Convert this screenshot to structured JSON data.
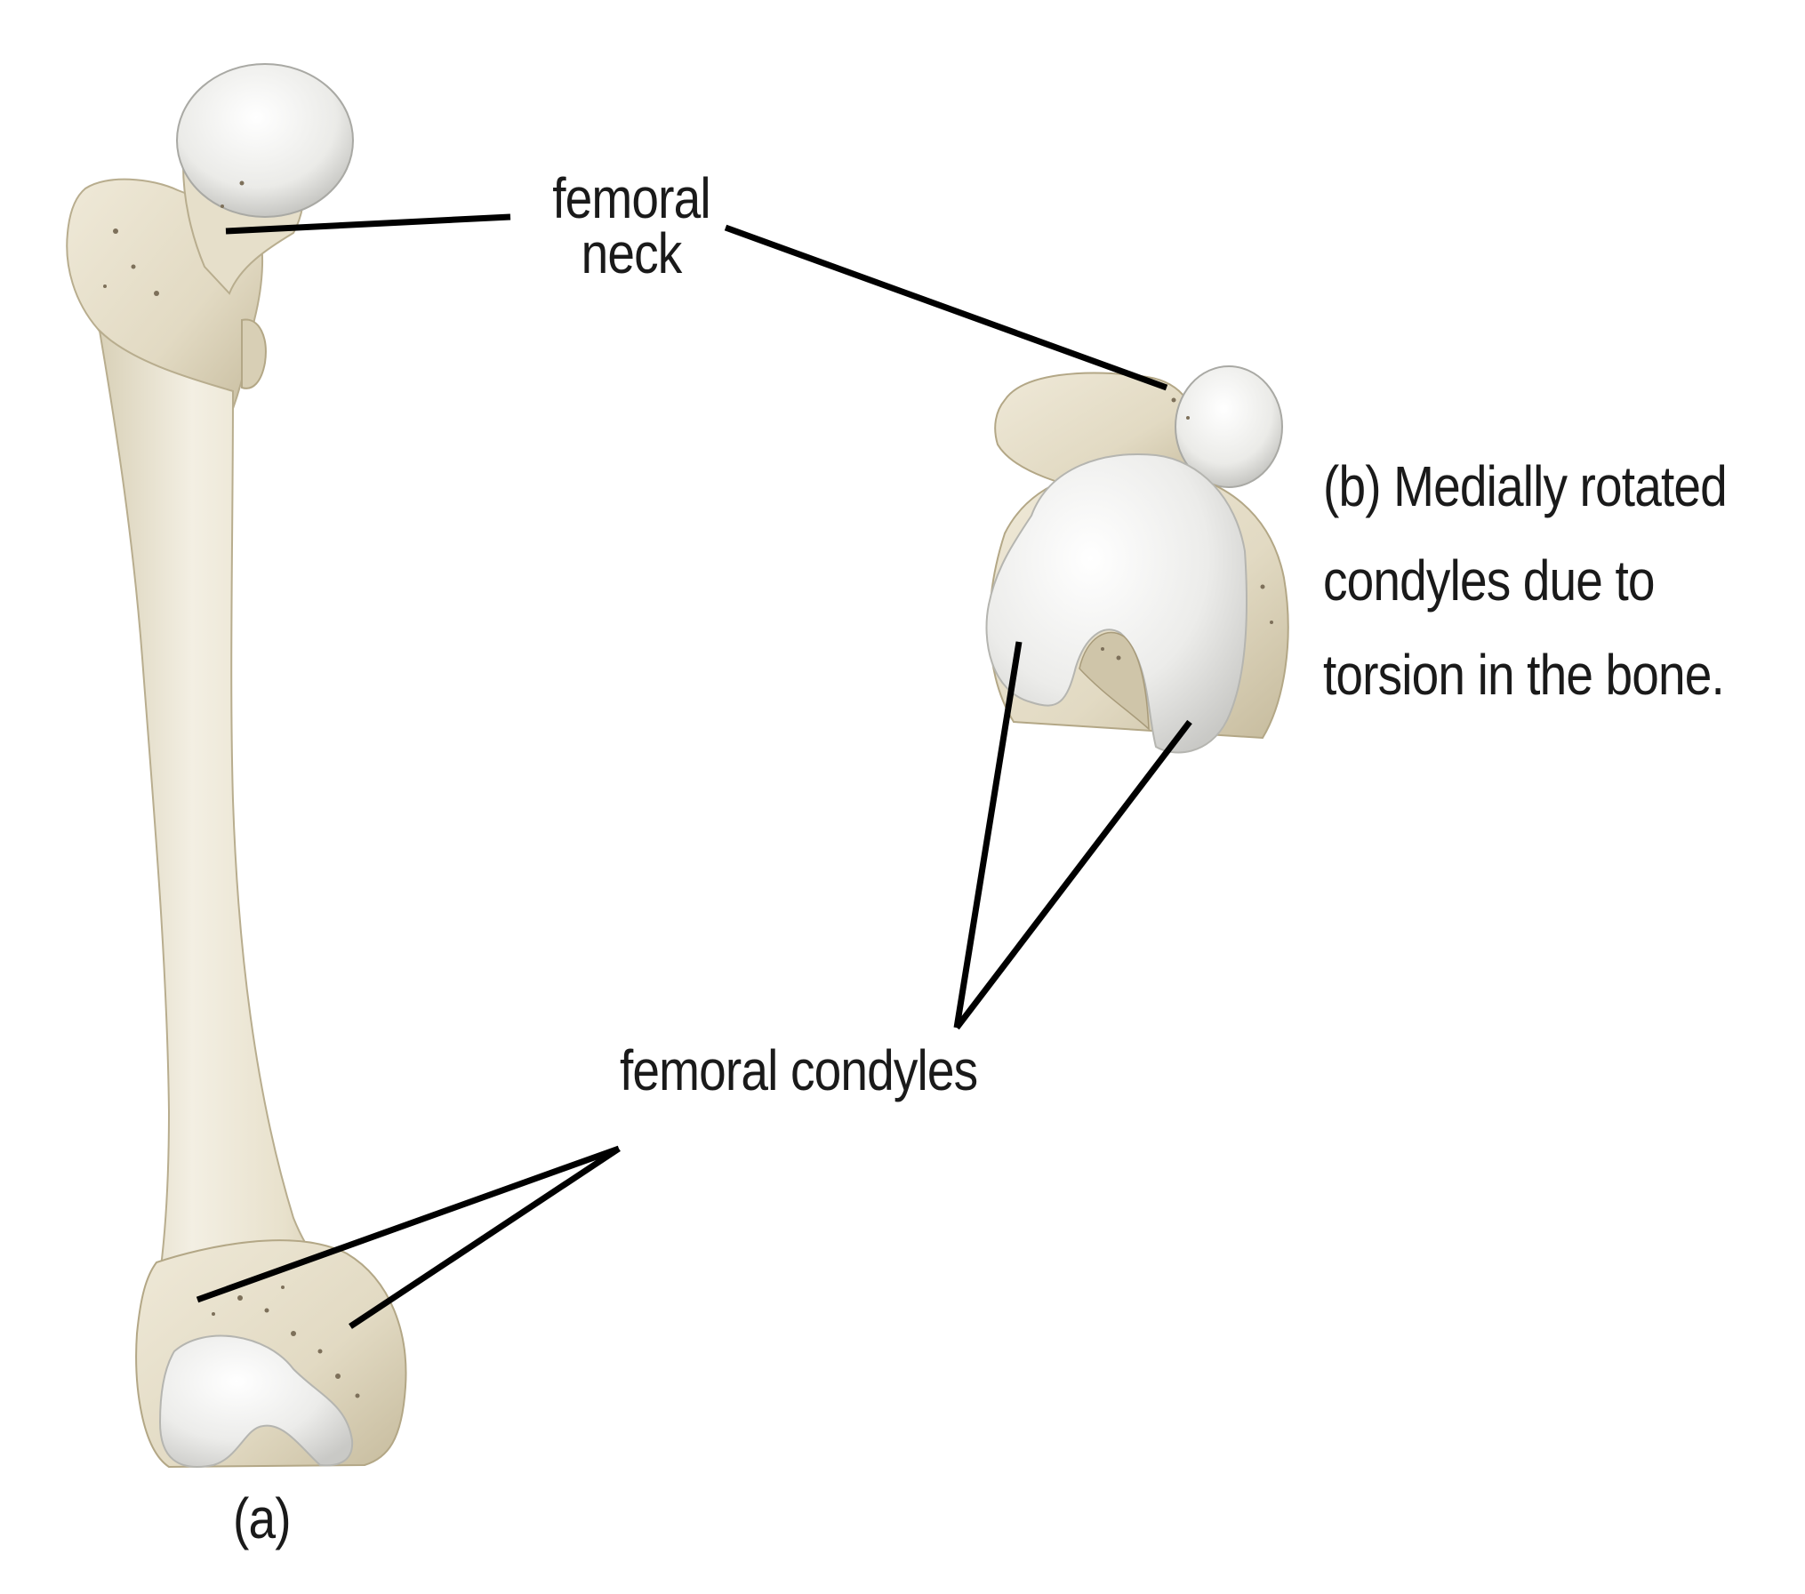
{
  "labels": {
    "femoral_neck_line1": "femoral",
    "femoral_neck_line2": "neck",
    "femoral_condyles": "femoral condyles",
    "view_a": "(a)",
    "view_b_line1": "(b) Medially rotated",
    "view_b_line2": "condyles due to",
    "view_b_line3": "torsion in the bone."
  },
  "colors": {
    "bone": "#ebe6d6",
    "bone_shadow": "#c9c0a6",
    "cartilage": "#eeeeec",
    "leader_line": "#000000",
    "text": "#1a1a1a",
    "background": "#ffffff"
  }
}
